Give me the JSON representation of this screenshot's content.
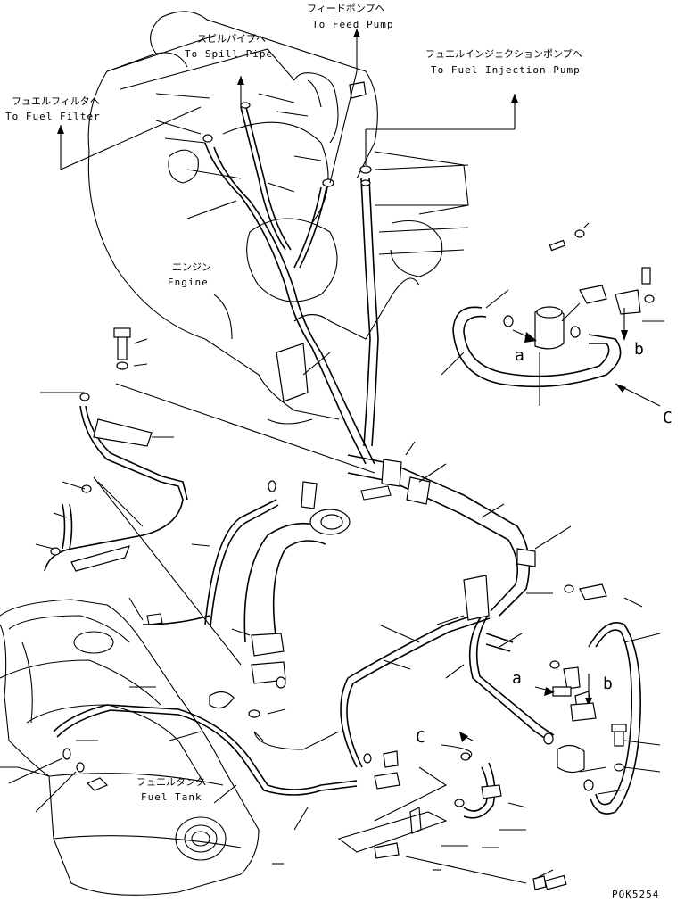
{
  "labels": {
    "feed_pump_jp": "フィードポンプへ",
    "feed_pump_en": "To Feed Pump",
    "spill_pipe_jp": "スピルパイプへ",
    "spill_pipe_en": "To Spill Pipe",
    "fuel_filter_jp": "フュエルフィルタへ",
    "fuel_filter_en": "To Fuel Filter",
    "injection_pump_jp": "フュエルインジェクションポンプへ",
    "injection_pump_en": "To Fuel Injection Pump",
    "engine_jp": "エンジン",
    "engine_en": "Engine",
    "fuel_tank_jp": "フュエルタンク",
    "fuel_tank_en": "Fuel Tank",
    "view_a_top": "a",
    "view_b_top": "b",
    "view_c_right": "C",
    "view_a_bottom": "a",
    "view_b_bottom": "b",
    "view_c_bottom": "C",
    "drawing_code": "POK5254"
  }
}
